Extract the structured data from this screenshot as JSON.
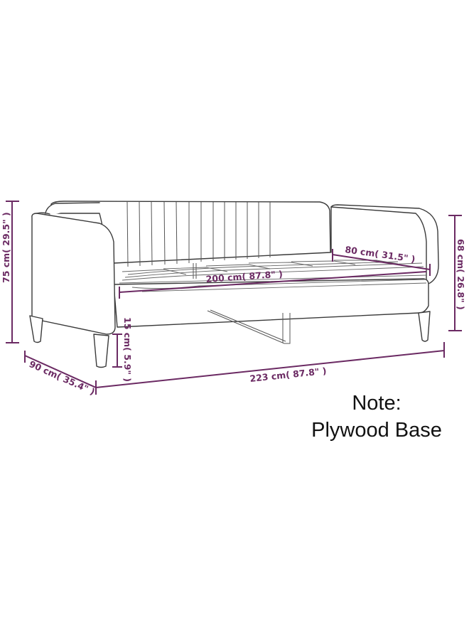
{
  "diagram": {
    "subject": "Daybed with armrests and slatted frame",
    "dimension_color": "#6b2a63",
    "line_color": "#3a3a3a",
    "dimensions": {
      "total_height": "75 cm( 29.5\" )",
      "depth": "90 cm( 35.4\" )",
      "leg_height": "15 cm( 5.9\" )",
      "total_length": "223 cm( 87.8\" )",
      "inner_length": "200 cm( 87.8\" )",
      "inner_width": "80 cm( 31.5\" )",
      "armrest_height": "68 cm( 26.8\" )"
    }
  },
  "note": {
    "line1": "Note:",
    "line2": "Plywood Base"
  }
}
